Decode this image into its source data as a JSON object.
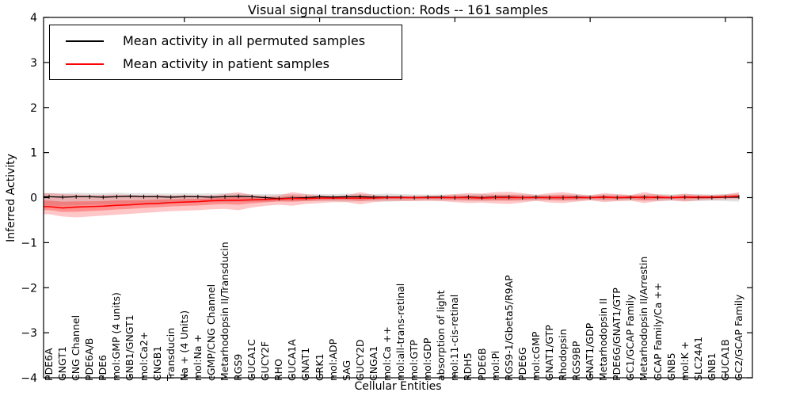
{
  "figure": {
    "title": "Visual signal transduction: Rods -- 161 samples",
    "ylabel": "Inferred Activity",
    "xlabel": "Cellular Entities"
  },
  "legend": {
    "items": [
      {
        "label": "Mean activity in all permuted samples",
        "color": "#000000"
      },
      {
        "label": "Mean activity in patient samples",
        "color": "#ff0000"
      }
    ]
  },
  "chart_data": {
    "type": "line",
    "title": "Visual signal transduction: Rods -- 161 samples",
    "xlabel": "Cellular Entities",
    "ylabel": "Inferred Activity",
    "ylim": [
      -4,
      4
    ],
    "ytick_values": [
      4,
      3,
      2,
      1,
      0,
      -1,
      -2,
      -3,
      -4
    ],
    "ytick_labels": [
      "4",
      "3",
      "2",
      "1",
      "0",
      "−1",
      "−2",
      "−3",
      "−4"
    ],
    "major_tick_indices": [
      10,
      20,
      30,
      40,
      50
    ],
    "legend_position": "upper left",
    "grid": false,
    "colors": {
      "permuted_line": "#000000",
      "patient_line": "#ff0000",
      "permuted_band": "#999999",
      "patient_band": "#ff0000",
      "background": "#ffffff",
      "text": "#000000"
    },
    "categories": [
      "PDE6A",
      "GNGT1",
      "CNG Channel",
      "PDE6A/B",
      "PDE6",
      "mol:GMP (4 units)",
      "GNB1/GNGT1",
      "mol:Ca2+",
      "CNGB1",
      "Transducin",
      "Na + (4 Units)",
      "mol:Na +",
      "cGMP/CNG Channel",
      "Metarhodopsin II/Transducin",
      "RGS9",
      "GUCA1C",
      "GUCY2F",
      "RHO",
      "GUCA1A",
      "GNAT1",
      "GRK1",
      "mol:ADP",
      "SAG",
      "GUCY2D",
      "CNGA1",
      "mol:Ca ++",
      "mol:all-trans-retinal",
      "mol:GTP",
      "mol:GDP",
      "absorption of light",
      "mol:11-cis-retinal",
      "RDH5",
      "PDE6B",
      "mol:Pi",
      "RGS9-1/Gbeta5/R9AP",
      "PDE6G",
      "mol:cGMP",
      "GNAT1/GTP",
      "Rhodopsin",
      "RGS9BP",
      "GNAT1/GDP",
      "Metarhodopsin II",
      "PDE6G/GNAT1/GTP",
      "GC1/GCAP Family",
      "Metarhodopsin II/Arrestin",
      "GCAP Family/Ca ++",
      "GNB5",
      "mol:K +",
      "SLC24A1",
      "GNB1",
      "GUCA1B",
      "GC2/GCAP Family"
    ],
    "series": [
      {
        "name": "Mean activity in all permuted samples",
        "values": [
          0.02,
          0.01,
          0.02,
          0.02,
          0.01,
          0.02,
          0.03,
          0.02,
          0.02,
          0.01,
          0.02,
          0.02,
          0.01,
          0.02,
          0.03,
          0.02,
          0.0,
          -0.02,
          -0.01,
          0.0,
          0.02,
          0.01,
          0.02,
          0.02,
          0.01,
          0.01,
          0.01,
          0.0,
          0.01,
          0.01,
          0.0,
          0.01,
          0.0,
          0.01,
          0.01,
          0.0,
          0.01,
          0.0,
          0.0,
          0.01,
          0.0,
          0.01,
          0.0,
          0.0,
          0.01,
          0.0,
          0.0,
          0.01,
          0.0,
          0.0,
          0.01,
          0.01
        ]
      },
      {
        "name": "Mean activity in patient samples",
        "values": [
          -0.2,
          -0.23,
          -0.21,
          -0.2,
          -0.19,
          -0.17,
          -0.16,
          -0.14,
          -0.13,
          -0.11,
          -0.1,
          -0.09,
          -0.07,
          -0.06,
          -0.06,
          -0.05,
          -0.04,
          -0.03,
          -0.02,
          -0.02,
          -0.01,
          -0.01,
          -0.01,
          -0.01,
          -0.01,
          0.0,
          0.0,
          0.0,
          0.0,
          0.0,
          0.0,
          0.0,
          -0.01,
          0.0,
          0.0,
          0.0,
          0.0,
          0.0,
          0.0,
          0.0,
          0.0,
          0.01,
          0.0,
          0.01,
          0.0,
          0.01,
          0.0,
          0.01,
          0.01,
          0.01,
          0.02,
          0.03
        ]
      }
    ],
    "bands": {
      "permuted_upper": [
        0.1,
        0.1,
        0.11,
        0.1,
        0.1,
        0.11,
        0.1,
        0.1,
        0.09,
        0.09,
        0.1,
        0.09,
        0.09,
        0.1,
        0.09,
        0.08,
        0.08,
        0.08,
        0.08,
        0.07,
        0.08,
        0.08,
        0.09,
        0.08,
        0.08,
        0.09,
        0.08,
        0.07,
        0.07,
        0.07,
        0.07,
        0.07,
        0.08,
        0.07,
        0.07,
        0.07,
        0.07,
        0.06,
        0.07,
        0.07,
        0.06,
        0.07,
        0.07,
        0.06,
        0.07,
        0.08,
        0.07,
        0.08,
        0.08,
        0.07,
        0.08,
        0.09
      ],
      "permuted_lower": [
        -0.18,
        -0.18,
        -0.17,
        -0.16,
        -0.15,
        -0.14,
        -0.13,
        -0.12,
        -0.12,
        -0.11,
        -0.11,
        -0.1,
        -0.1,
        -0.1,
        -0.09,
        -0.09,
        -0.09,
        -0.08,
        -0.08,
        -0.08,
        -0.08,
        -0.08,
        -0.09,
        -0.08,
        -0.08,
        -0.09,
        -0.08,
        -0.07,
        -0.07,
        -0.07,
        -0.07,
        -0.07,
        -0.08,
        -0.07,
        -0.07,
        -0.07,
        -0.07,
        -0.06,
        -0.07,
        -0.07,
        -0.06,
        -0.07,
        -0.07,
        -0.06,
        -0.07,
        -0.08,
        -0.07,
        -0.08,
        -0.08,
        -0.07,
        -0.08,
        -0.09
      ],
      "patient_upper": [
        0.1,
        0.08,
        0.07,
        0.06,
        0.06,
        0.07,
        0.06,
        0.05,
        0.06,
        0.05,
        0.06,
        0.05,
        0.05,
        0.08,
        0.12,
        0.06,
        0.04,
        0.05,
        0.12,
        0.08,
        0.05,
        0.04,
        0.05,
        0.12,
        0.06,
        0.04,
        0.04,
        0.04,
        0.04,
        0.05,
        0.08,
        0.1,
        0.09,
        0.12,
        0.13,
        0.1,
        0.06,
        0.1,
        0.12,
        0.08,
        0.05,
        0.1,
        0.08,
        0.06,
        0.12,
        0.07,
        0.05,
        0.09,
        0.06,
        0.06,
        0.07,
        0.12
      ],
      "patient_lower": [
        -0.37,
        -0.42,
        -0.44,
        -0.42,
        -0.4,
        -0.38,
        -0.36,
        -0.34,
        -0.32,
        -0.3,
        -0.29,
        -0.28,
        -0.26,
        -0.25,
        -0.28,
        -0.22,
        -0.18,
        -0.16,
        -0.18,
        -0.14,
        -0.12,
        -0.1,
        -0.1,
        -0.15,
        -0.1,
        -0.08,
        -0.08,
        -0.08,
        -0.07,
        -0.08,
        -0.1,
        -0.12,
        -0.11,
        -0.13,
        -0.14,
        -0.11,
        -0.07,
        -0.11,
        -0.12,
        -0.09,
        -0.06,
        -0.1,
        -0.08,
        -0.07,
        -0.12,
        -0.08,
        -0.06,
        -0.09,
        -0.06,
        -0.05,
        -0.04,
        -0.03
      ]
    }
  }
}
